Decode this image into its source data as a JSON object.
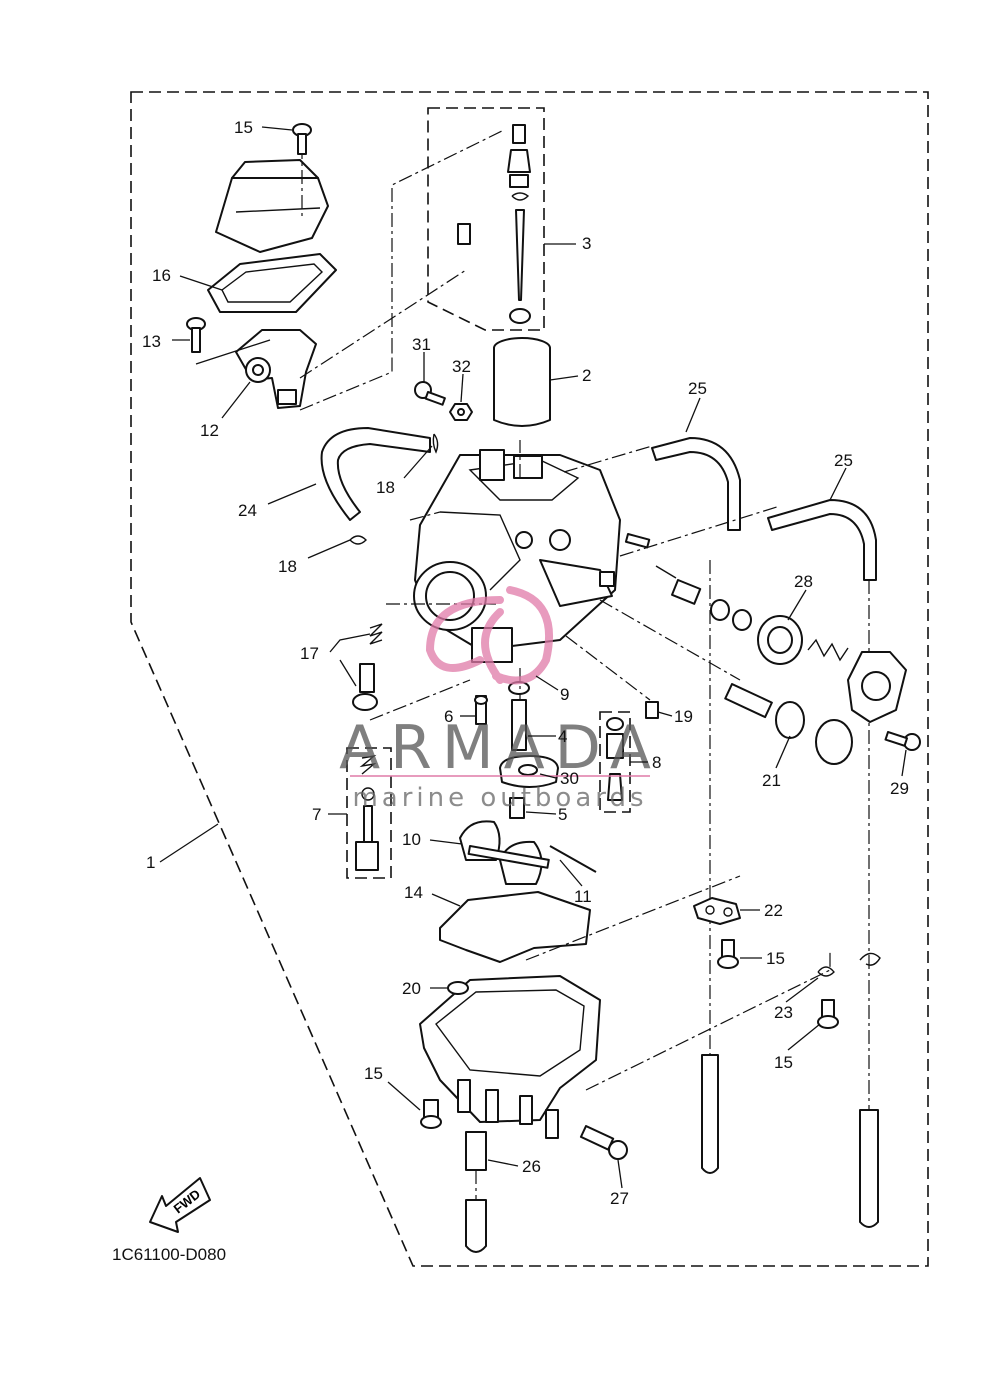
{
  "diagram": {
    "code": "1C61100-D080",
    "fwd_label": "FWD"
  },
  "callouts": [
    {
      "id": "c15a",
      "text": "15"
    },
    {
      "id": "c16",
      "text": "16"
    },
    {
      "id": "c13",
      "text": "13"
    },
    {
      "id": "c12",
      "text": "12"
    },
    {
      "id": "c3",
      "text": "3"
    },
    {
      "id": "c2",
      "text": "2"
    },
    {
      "id": "c31",
      "text": "31"
    },
    {
      "id": "c32",
      "text": "32"
    },
    {
      "id": "c25a",
      "text": "25"
    },
    {
      "id": "c25b",
      "text": "25"
    },
    {
      "id": "c18a",
      "text": "18"
    },
    {
      "id": "c24",
      "text": "24"
    },
    {
      "id": "c18b",
      "text": "18"
    },
    {
      "id": "c28",
      "text": "28"
    },
    {
      "id": "c17",
      "text": "17"
    },
    {
      "id": "c9",
      "text": "9"
    },
    {
      "id": "c6",
      "text": "6"
    },
    {
      "id": "c19",
      "text": "19"
    },
    {
      "id": "c4",
      "text": "4"
    },
    {
      "id": "c8",
      "text": "8"
    },
    {
      "id": "c30",
      "text": "30"
    },
    {
      "id": "c7",
      "text": "7"
    },
    {
      "id": "c5",
      "text": "5"
    },
    {
      "id": "c21",
      "text": "21"
    },
    {
      "id": "c29",
      "text": "29"
    },
    {
      "id": "c1",
      "text": "1"
    },
    {
      "id": "c10",
      "text": "10"
    },
    {
      "id": "c11",
      "text": "11"
    },
    {
      "id": "c14",
      "text": "14"
    },
    {
      "id": "c22",
      "text": "22"
    },
    {
      "id": "c15b",
      "text": "15"
    },
    {
      "id": "c20",
      "text": "20"
    },
    {
      "id": "c23",
      "text": "23"
    },
    {
      "id": "c15c",
      "text": "15"
    },
    {
      "id": "c15d",
      "text": "15"
    },
    {
      "id": "c26",
      "text": "26"
    },
    {
      "id": "c27",
      "text": "27"
    }
  ],
  "watermark": {
    "brand": "ARMADA",
    "tagline": "marine outboards",
    "accent_color": "#e07aa8"
  }
}
